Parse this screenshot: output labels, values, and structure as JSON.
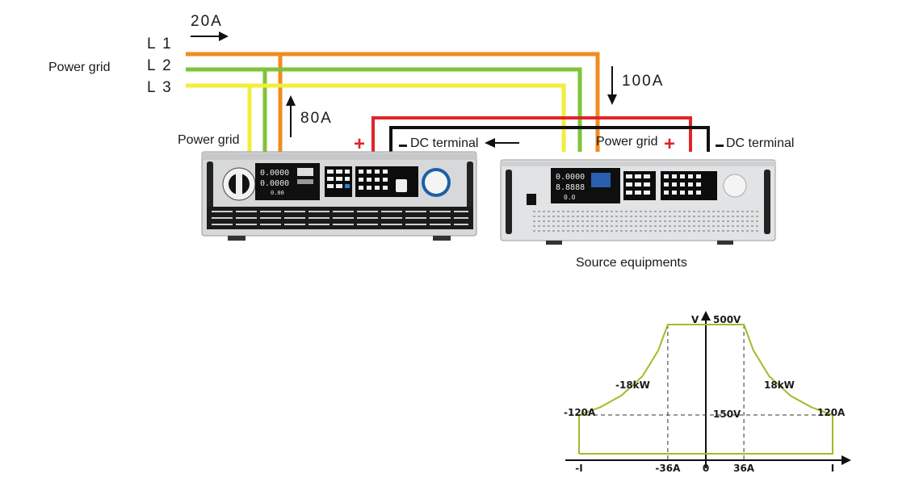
{
  "wiring": {
    "lines": [
      {
        "label": "L 1",
        "color": "#f08c1e"
      },
      {
        "label": "L 2",
        "color": "#7fc43a"
      },
      {
        "label": "L 3",
        "color": "#f2ee3a"
      }
    ],
    "power_grid_left": "Power grid",
    "current_in": "20A",
    "current_up": "80A",
    "current_down": "100A",
    "label_power_grid_unit1": "Power grid",
    "label_power_grid_unit2": "Power grid",
    "label_dc_terminal_1": "DC terminal",
    "label_dc_terminal_2": "DC terminal",
    "plus_sign": "+",
    "minus_sign": "▬",
    "source_caption": "Source equipments",
    "dc_positive_color": "#e0242a",
    "dc_negative_color": "#111111"
  },
  "device_left": {
    "display_lines": [
      "0.0000",
      "0.0000",
      "0.00"
    ]
  },
  "device_right": {
    "display_lines": [
      "0.0000",
      "8.8888",
      "0.0"
    ]
  },
  "chart_data": {
    "type": "line",
    "title": "",
    "xlabel": "I",
    "ylabel": "V",
    "curve_color": "#9bbf2a",
    "x_ticks": [
      {
        "value": -120,
        "label": "-I"
      },
      {
        "value": -36,
        "label": "-36A"
      },
      {
        "value": 0,
        "label": "0"
      },
      {
        "value": 36,
        "label": "36A"
      },
      {
        "value": 120,
        "label": "I"
      }
    ],
    "annotations": {
      "v_max": "500V",
      "v_min": "150V",
      "p_neg": "-18kW",
      "p_pos": "18kW",
      "i_neg": "-120A",
      "i_pos": "120A"
    },
    "series": [
      {
        "x": [
          -120,
          -120,
          -100,
          -80,
          -60,
          -45,
          -36,
          36,
          45,
          60,
          80,
          100,
          120,
          120,
          -120
        ],
        "y": [
          0,
          150,
          180,
          225,
          300,
          400,
          500,
          500,
          400,
          300,
          225,
          180,
          150,
          0,
          0
        ]
      }
    ],
    "xlim": [
      -120,
      120
    ],
    "ylim": [
      0,
      500
    ],
    "guides": {
      "x": [
        -36,
        36
      ],
      "y": [
        150
      ]
    }
  }
}
